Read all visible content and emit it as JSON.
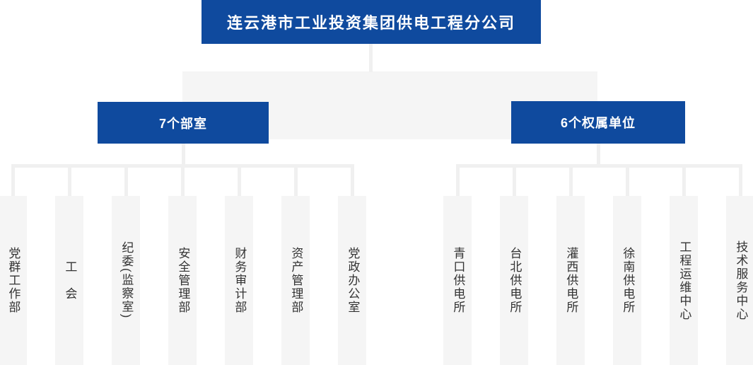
{
  "root": {
    "label": "连云港市工业投资集团供电工程分公司"
  },
  "groups": [
    {
      "label": "7个部室",
      "children": [
        "党群工作部",
        "工　会",
        "纪委(监察室)",
        "安全管理部",
        "财务审计部",
        "资产管理部",
        "党政办公室"
      ]
    },
    {
      "label": "6个权属单位",
      "children": [
        "青口供电所",
        "台北供电所",
        "灌西供电所",
        "徐南供电所",
        "工程运维中心",
        "技术服务中心"
      ]
    }
  ],
  "colors": {
    "primary_blue": "#0f4a9e",
    "panel_gray": "#f5f5f5",
    "connector_gray": "#f0f0f0",
    "text_dark": "#333333",
    "text_on_blue": "#ffffff",
    "background": "#ffffff"
  }
}
